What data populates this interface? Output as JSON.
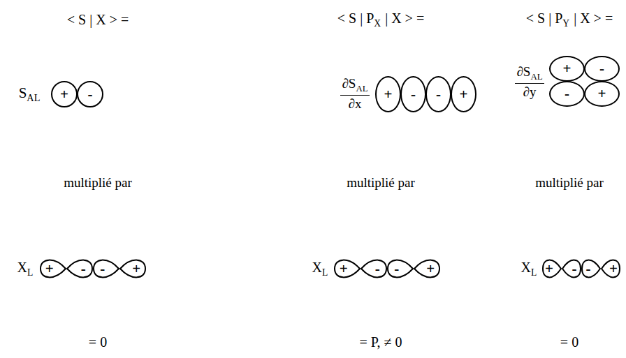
{
  "diagram": {
    "nodes": [
      {
        "text": [
          "+"
        ]
      },
      {
        "text": [
          "-"
        ]
      },
      {
        "text": [
          "+"
        ]
      },
      {
        "text": [
          "-"
        ]
      },
      {
        "text": [
          "-"
        ]
      },
      {
        "text": [
          "+"
        ]
      },
      {
        "text": [
          "+"
        ]
      },
      {
        "text": [
          "-"
        ]
      },
      {
        "text": [
          "-"
        ]
      },
      {
        "text": [
          "+"
        ]
      },
      {
        "text": [
          "+"
        ]
      },
      {
        "text": [
          "-"
        ]
      },
      {
        "text": [
          "-"
        ]
      },
      {
        "text": [
          "+"
        ]
      },
      {
        "text": [
          "+"
        ]
      },
      {
        "text": [
          "-"
        ]
      },
      {
        "text": [
          "-"
        ]
      },
      {
        "text": [
          "+"
        ]
      },
      {
        "text": [
          "+"
        ]
      },
      {
        "text": [
          "-"
        ]
      },
      {
        "text": [
          "-"
        ]
      },
      {
        "text": [
          "+"
        ]
      }
    ],
    "labels": [
      "< S | X > =",
      "< S | P",
      "X",
      "| X > =",
      "< S | P",
      "Y",
      "| X > =",
      "S",
      "AL",
      "∂S",
      "AL",
      "∂x",
      "∂S",
      "AL",
      "∂y",
      "multiplié par",
      "multiplié par",
      "multiplié par",
      "X",
      "L",
      "X",
      "L",
      "X",
      "L",
      "= 0",
      "= P, ≠ 0",
      "= 0"
    ]
  }
}
